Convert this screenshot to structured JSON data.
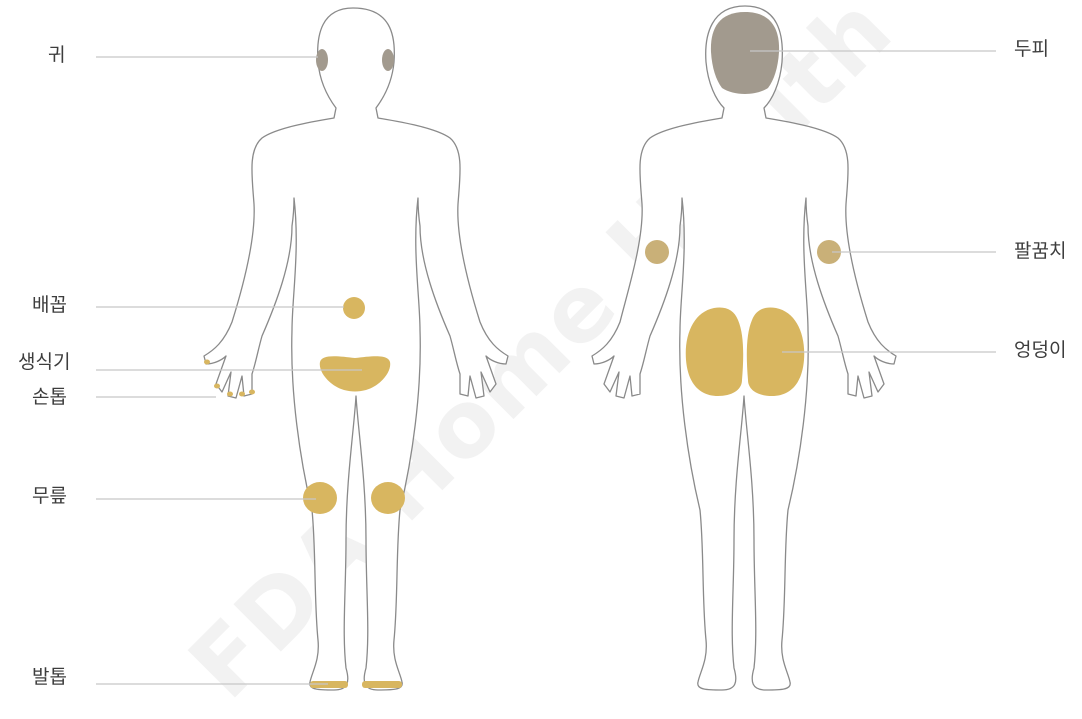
{
  "front_view": {
    "labels": [
      "귀",
      "배꼽",
      "생식기",
      "손톱",
      "무릎",
      "발톱"
    ]
  },
  "back_view": {
    "labels": [
      "두피",
      "팔꿈치",
      "엉덩이"
    ]
  },
  "watermark": "FDA Home Health",
  "colors": {
    "highlight_gold": "#d8b660",
    "highlight_gray": "#a29a8e",
    "outline": "#8a8a8a",
    "leader_line": "#c7c7c7",
    "label_text": "#3d3d3d"
  }
}
